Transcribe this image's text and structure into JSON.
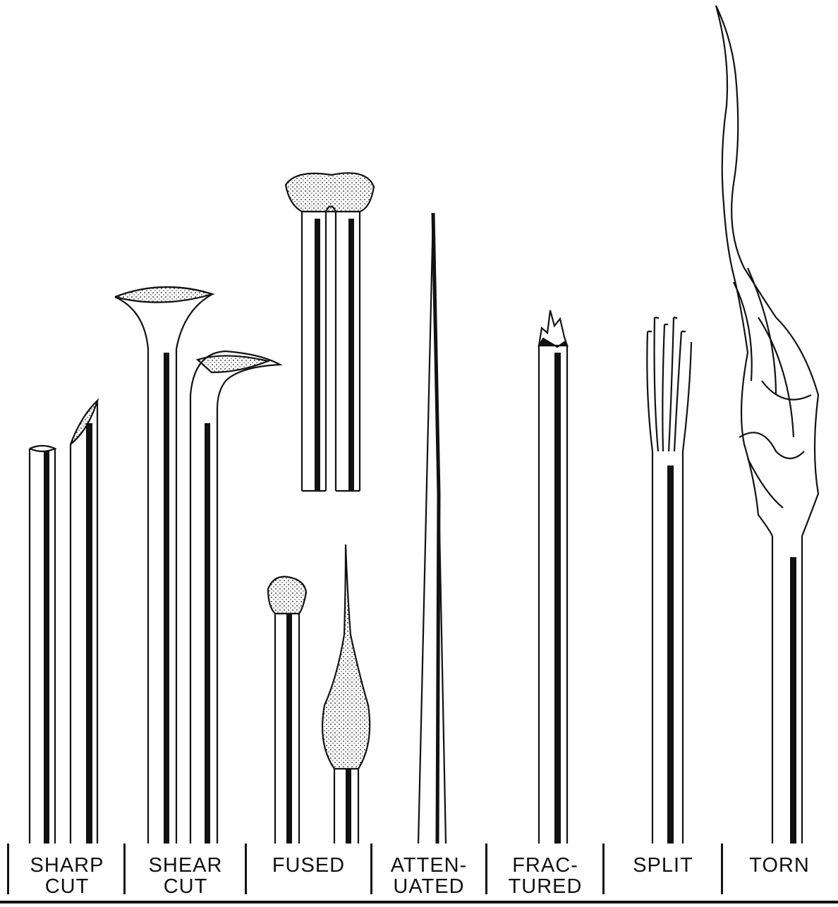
{
  "labels": {
    "sharp_cut_1": "SHARP",
    "sharp_cut_2": "CUT",
    "shear_cut_1": "SHEAR",
    "shear_cut_2": "CUT",
    "fused": "FUSED",
    "attenuated_1": "ATTEN-",
    "attenuated_2": "UATED",
    "fractured_1": "FRAC-",
    "fractured_2": "TURED",
    "split": "SPLIT",
    "torn": "TORN"
  },
  "colors": {
    "ink": "#111111",
    "background": "#ffffff"
  }
}
